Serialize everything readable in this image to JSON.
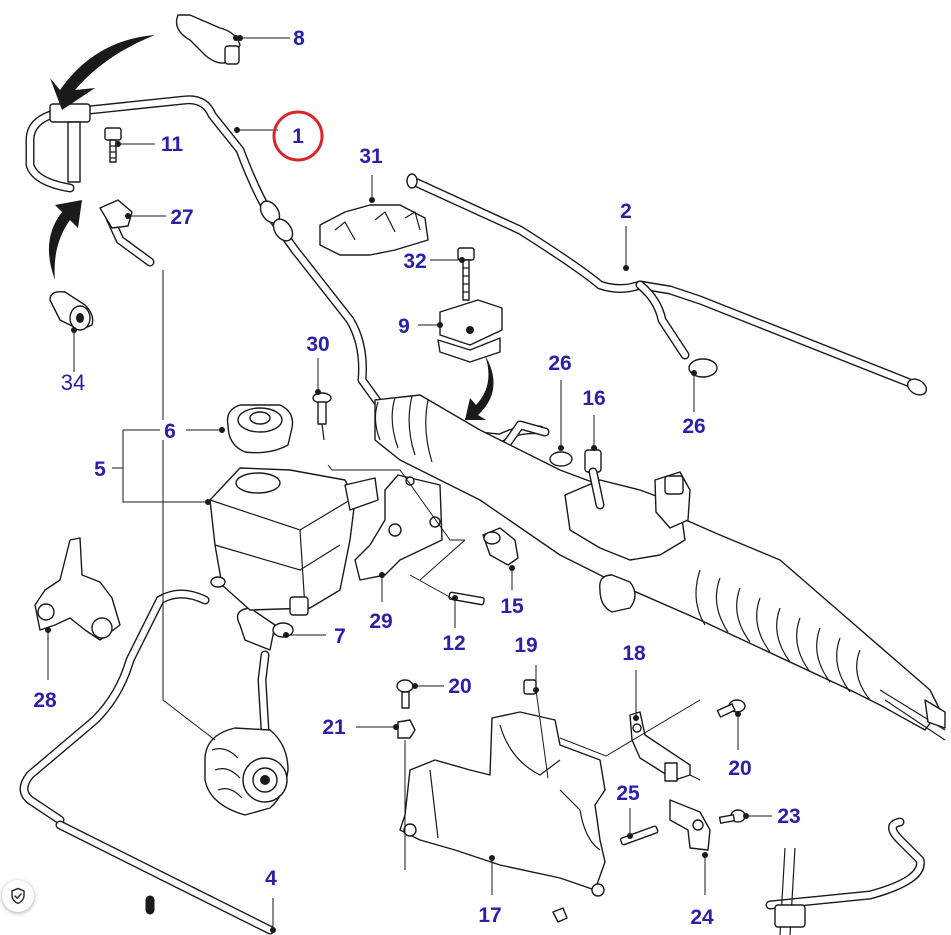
{
  "diagram": {
    "callouts": {
      "c1": "1",
      "c2": "2",
      "c4": "4",
      "c5": "5",
      "c6": "6",
      "c7": "7",
      "c8": "8",
      "c9": "9",
      "c11": "11",
      "c12": "12",
      "c15": "15",
      "c16": "16",
      "c17": "17",
      "c18": "18",
      "c19": "19",
      "c20a": "20",
      "c20b": "20",
      "c21": "21",
      "c23": "23",
      "c24": "24",
      "c25": "25",
      "c26a": "26",
      "c26b": "26",
      "c27": "27",
      "c28": "28",
      "c29": "29",
      "c30": "30",
      "c31": "31",
      "c32": "32",
      "c34": "34"
    },
    "highlight": {
      "part": "1",
      "color": "#d9262b"
    },
    "label_color": "#2a21a8"
  },
  "badge": {
    "icon": "shield-check-icon"
  }
}
